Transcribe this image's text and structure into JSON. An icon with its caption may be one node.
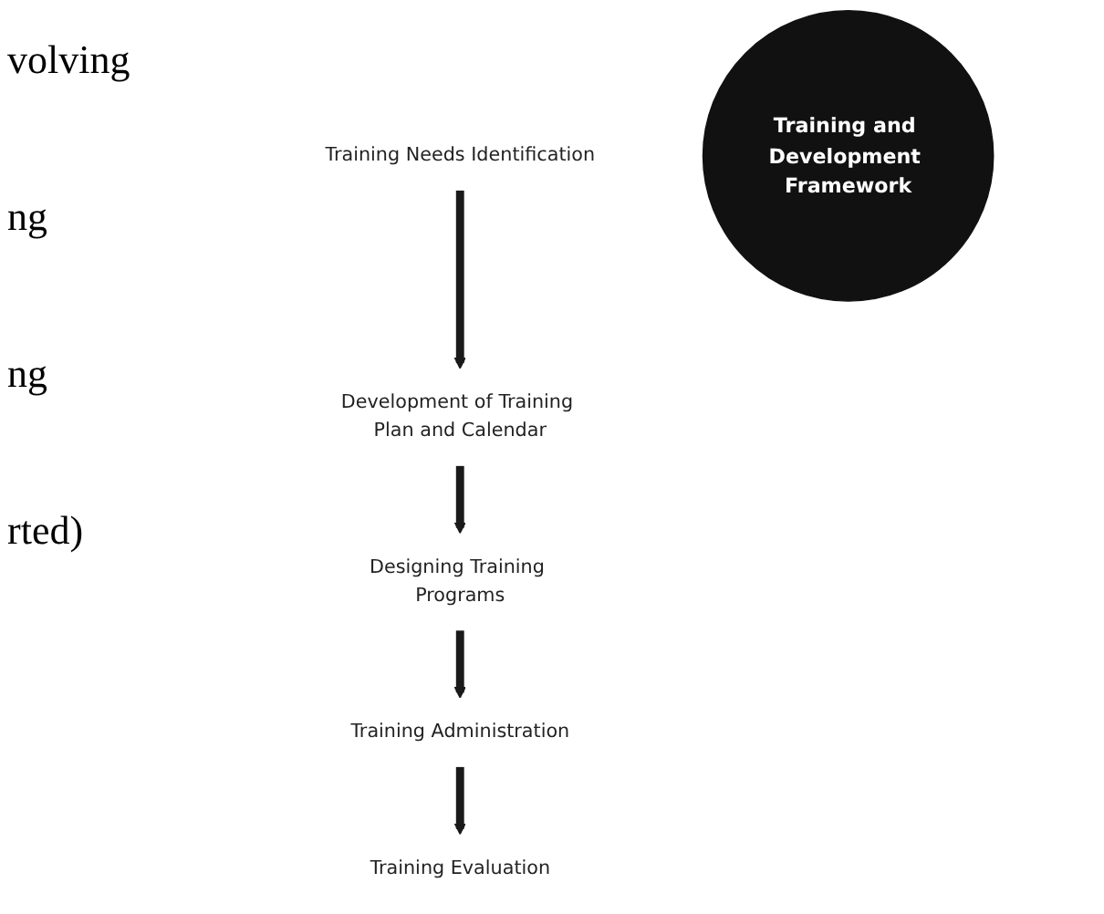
{
  "diagram": {
    "nodes": [
      {
        "text": [
          "Training Needs Identification"
        ]
      },
      {
        "text": [
          "Training Evaluation"
        ]
      },
      {
        "text": [
          "Training and Development Framework"
        ]
      },
      {
        "text": [
          "Development of Training Plan and Calendar"
        ]
      },
      {
        "text": [
          "Training Administration"
        ]
      },
      {
        "text": [
          "Designing Training Programs"
        ]
      }
    ],
    "edges": [
      {
        "from": 0,
        "to": 3,
        "arrow": "to"
      },
      {
        "from": 3,
        "to": 5,
        "arrow": "to"
      },
      {
        "from": 5,
        "to": 4,
        "arrow": "to"
      },
      {
        "from": 4,
        "to": 1,
        "arrow": "to"
      }
    ],
    "labels": [
      "volving",
      "ng",
      "ng",
      "rted)"
    ]
  }
}
